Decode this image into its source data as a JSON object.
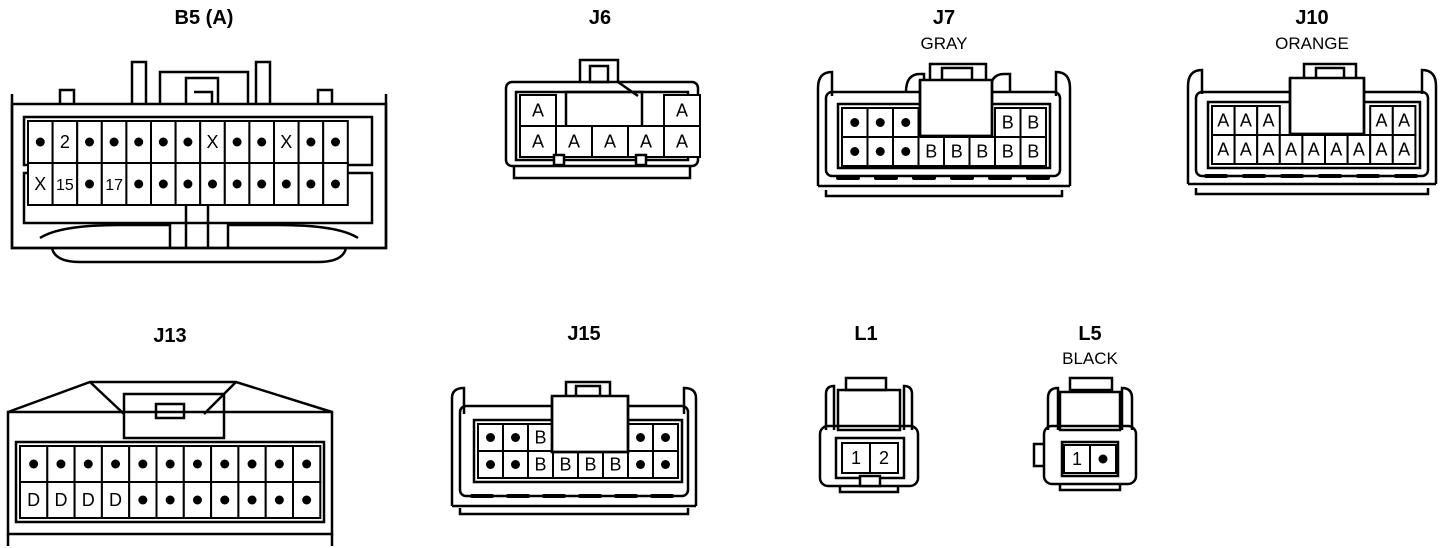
{
  "connectors": {
    "B5": {
      "title": "B5 (A)",
      "subtitle": "",
      "rows": [
        [
          "•",
          "2",
          "•",
          "•",
          "•",
          "•",
          "•",
          "X",
          "•",
          "•",
          "X",
          "•",
          "•"
        ],
        [
          "X",
          "15",
          "•",
          "17",
          "•",
          "•",
          "•",
          "•",
          "•",
          "•",
          "•",
          "•",
          "•"
        ]
      ]
    },
    "J6": {
      "title": "J6",
      "subtitle": "",
      "rows": [
        [
          "A",
          "",
          "",
          "",
          "A"
        ],
        [
          "A",
          "A",
          "A",
          "A",
          "A"
        ]
      ]
    },
    "J7": {
      "title": "J7",
      "subtitle": "GRAY",
      "rows": [
        [
          "•",
          "•",
          "•",
          "",
          "",
          "",
          "B",
          "B"
        ],
        [
          "•",
          "•",
          "•",
          "B",
          "B",
          "B",
          "B",
          "B"
        ]
      ]
    },
    "J10": {
      "title": "J10",
      "subtitle": "ORANGE",
      "rows": [
        [
          "A",
          "A",
          "A",
          "",
          "",
          "",
          "",
          "A",
          "A"
        ],
        [
          "A",
          "A",
          "A",
          "A",
          "A",
          "A",
          "A",
          "A",
          "A"
        ]
      ]
    },
    "J13": {
      "title": "J13",
      "subtitle": "",
      "rows": [
        [
          "•",
          "•",
          "•",
          "•",
          "•",
          "•",
          "•",
          "•",
          "•",
          "•",
          "•"
        ],
        [
          "D",
          "D",
          "D",
          "D",
          "•",
          "•",
          "•",
          "•",
          "•",
          "•",
          "•"
        ]
      ]
    },
    "J15": {
      "title": "J15",
      "subtitle": "",
      "rows": [
        [
          "•",
          "•",
          "B",
          "",
          "",
          "",
          "•",
          "•"
        ],
        [
          "•",
          "•",
          "B",
          "B",
          "B",
          "B",
          "•",
          "•"
        ]
      ]
    },
    "L1": {
      "title": "L1",
      "subtitle": "",
      "rows": [
        [
          "1",
          "2"
        ]
      ]
    },
    "L5": {
      "title": "L5",
      "subtitle": "BLACK",
      "rows": [
        [
          "1",
          "•"
        ]
      ]
    }
  }
}
